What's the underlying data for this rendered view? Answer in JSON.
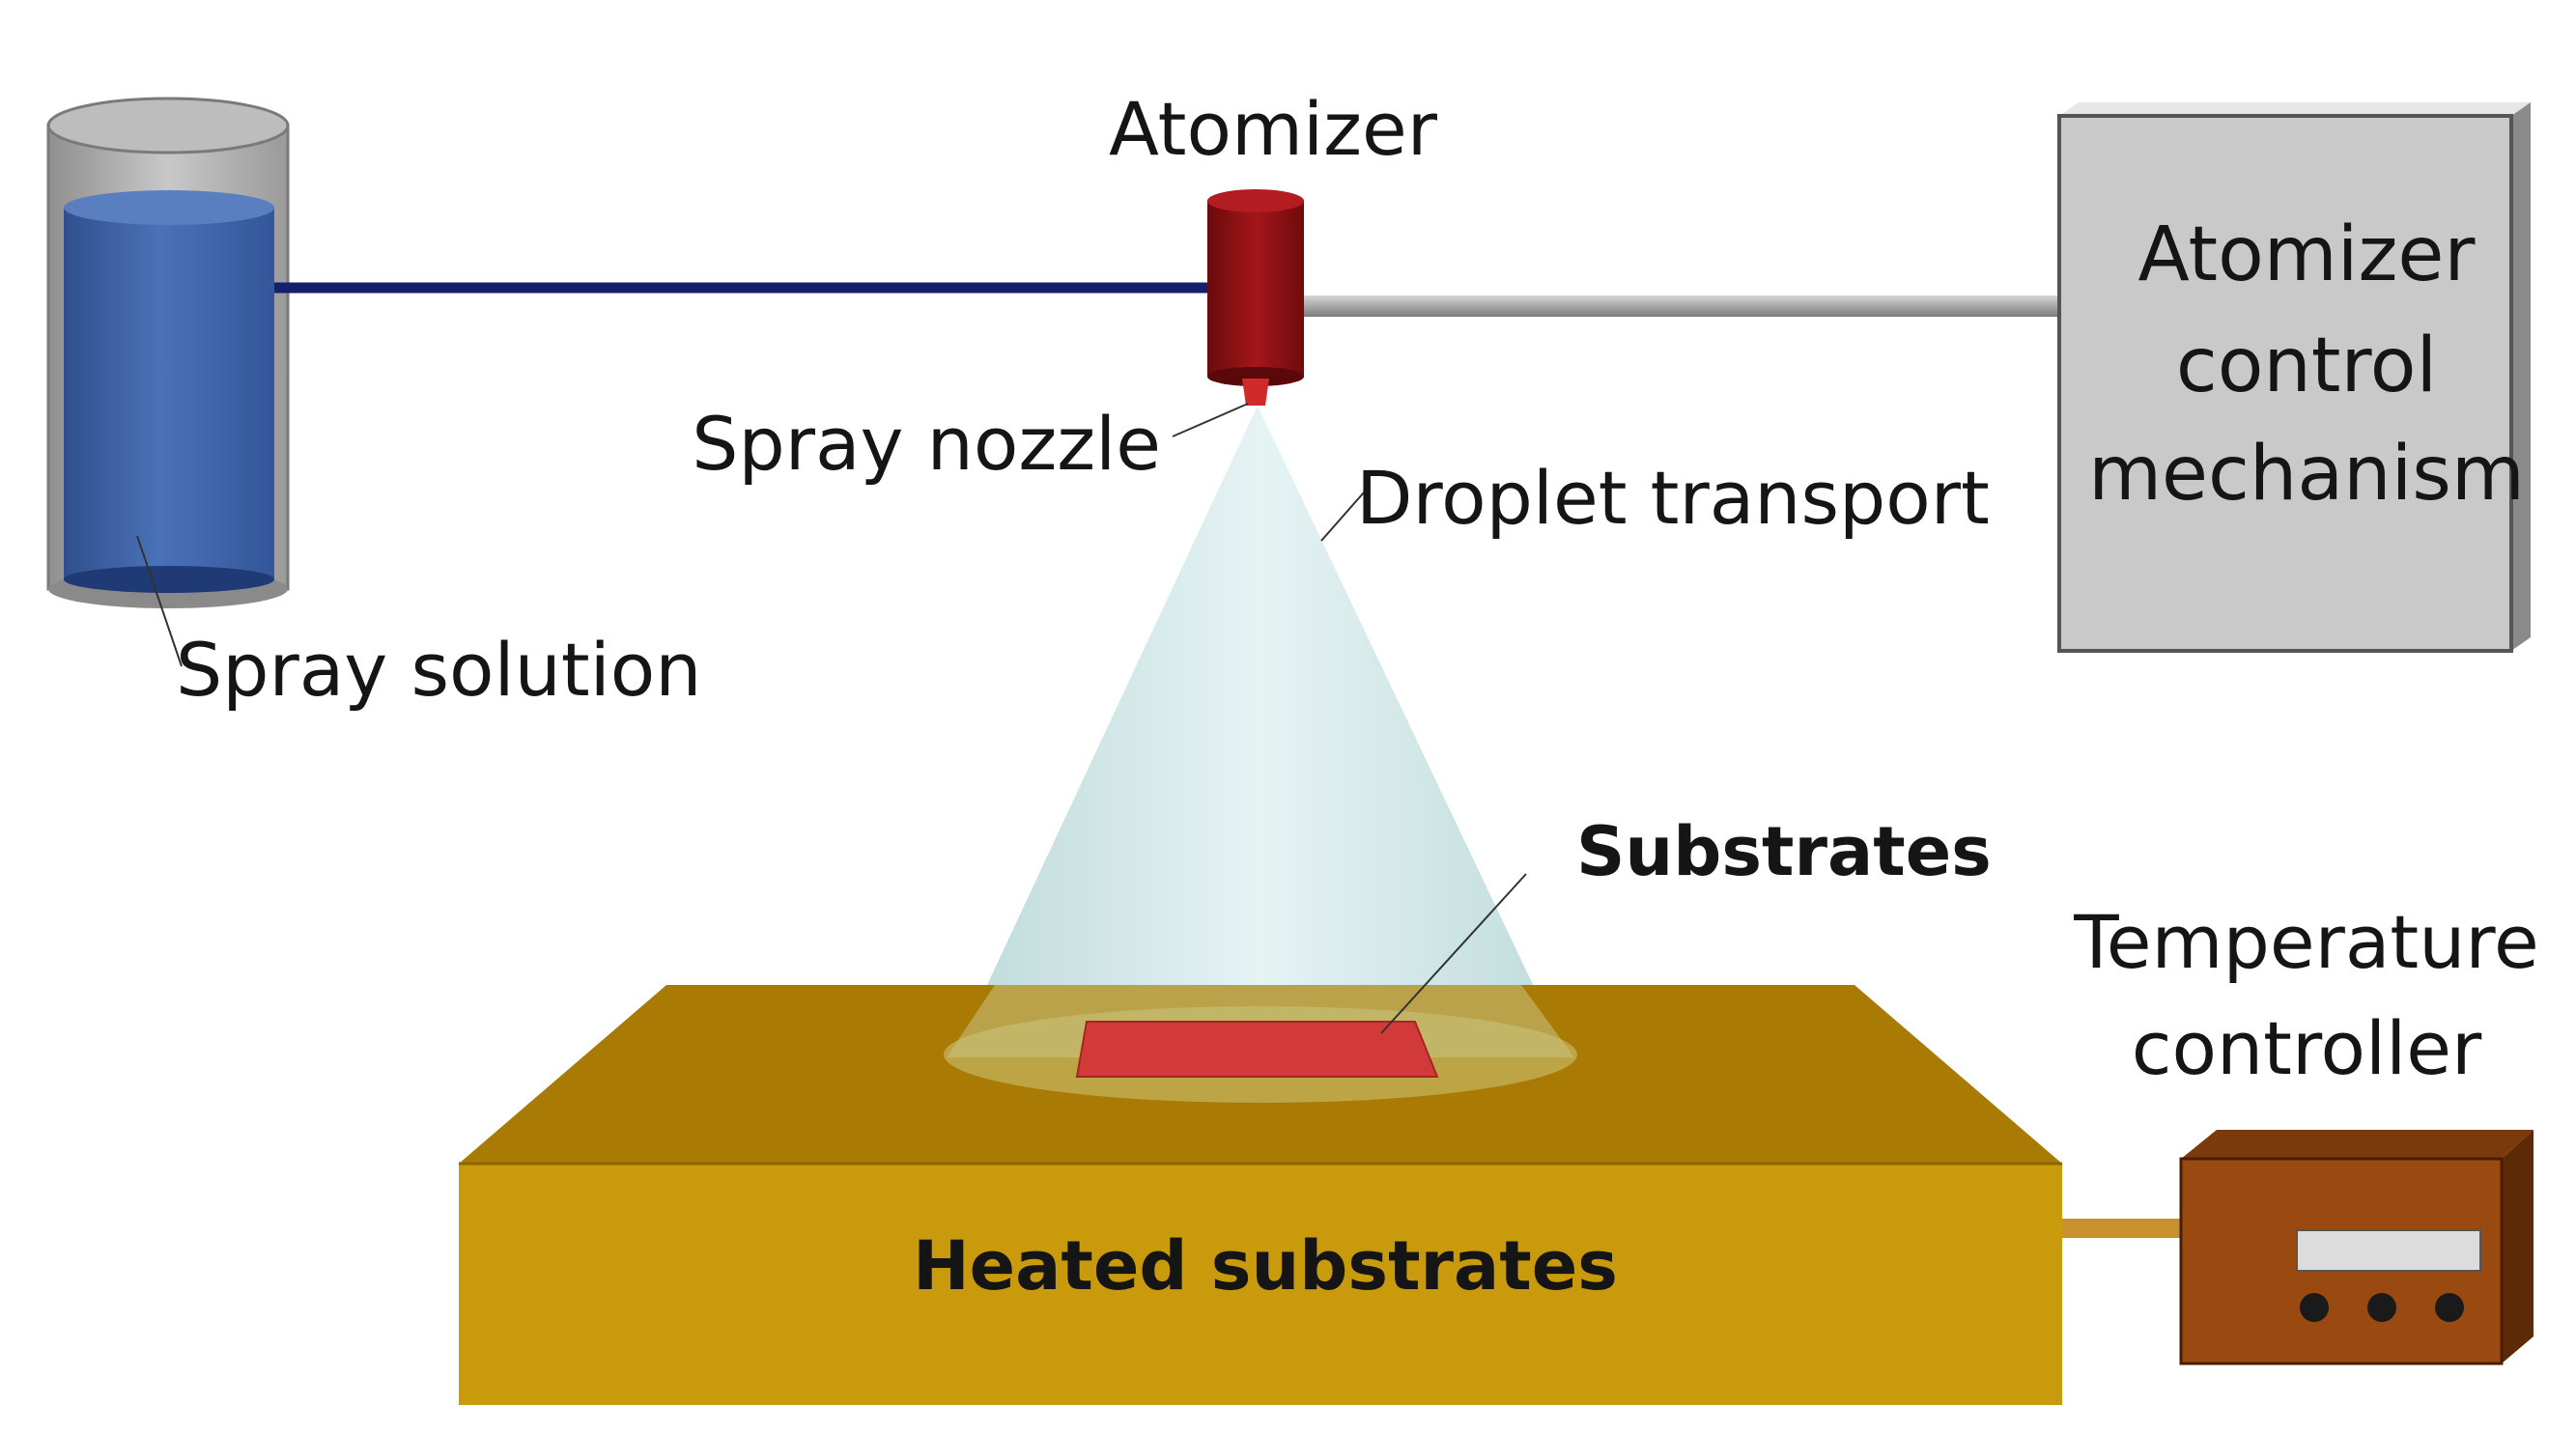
{
  "diagram": {
    "components": {
      "spray_solution": "Spray solution",
      "atomizer": "Atomizer",
      "spray_nozzle": "Spray nozzle",
      "droplet_transport": "Droplet transport",
      "atomizer_control": [
        "Atomizer",
        "control",
        "mechanism"
      ],
      "substrates": "Substrates",
      "heated_substrates": "Heated substrates",
      "temperature_controller": [
        "Temperature",
        "controller"
      ]
    },
    "colors": {
      "solution_blue": "#3d63a6",
      "feed_line": "#141f6e",
      "atomizer_red": "#8b0f12",
      "cone": "#cfe6e6",
      "hotplate_top": "#b07f00",
      "hotplate_front": "#c99b0c",
      "substrate": "#d23a3a",
      "control_box": "#c9c9c9",
      "temp_box": "#9a4a10"
    }
  }
}
